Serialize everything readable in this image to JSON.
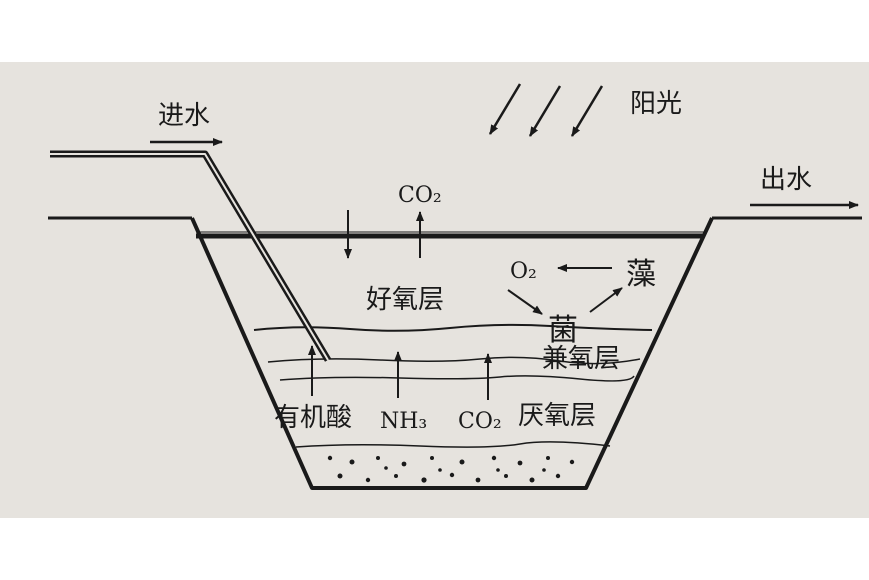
{
  "labels": {
    "inflow": "进水",
    "sunlight": "阳光",
    "outflow": "出水",
    "co2_top": "CO₂",
    "aerobic_layer": "好氧层",
    "o2": "O₂",
    "algae": "藻",
    "bacteria": "菌",
    "facultative_layer": "兼氧层",
    "organic_acid": "有机酸",
    "nh3": "NH₃",
    "co2_bottom": "CO₂",
    "anaerobic_layer": "厌氧层"
  },
  "colors": {
    "background": "#ffffff",
    "scan": "#e6e3de",
    "ink": "#1a1a1a"
  }
}
